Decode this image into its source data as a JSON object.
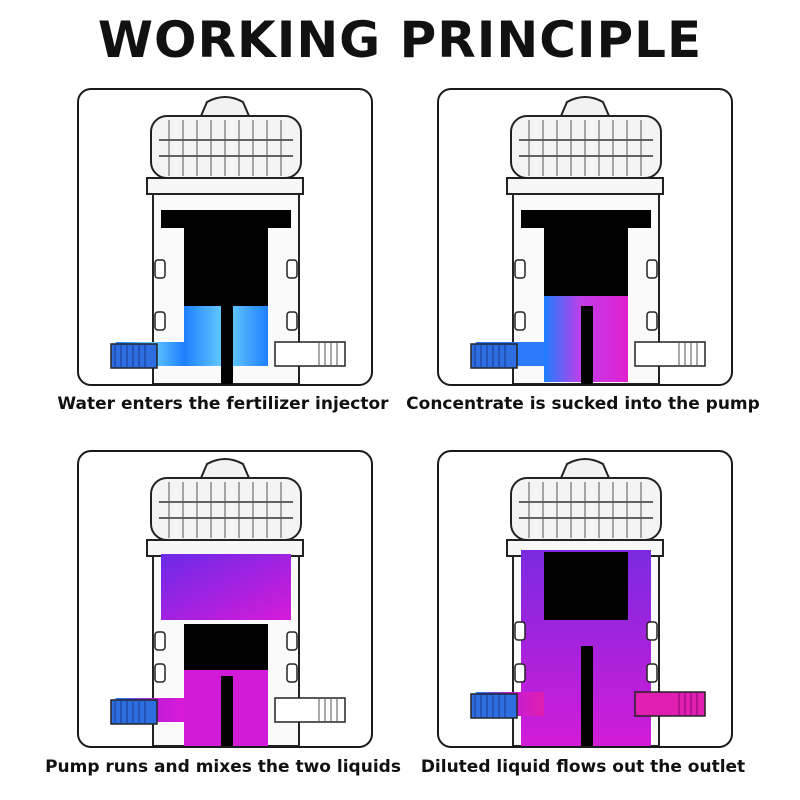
{
  "title": "WORKING PRINCIPLE",
  "colors": {
    "blue": "#1e90ff",
    "light_blue": "#62c8ff",
    "magenta": "#d81bd8",
    "purple": "#7a2ae0",
    "black": "#000000"
  },
  "panels": [
    {
      "caption": "Water enters the fertilizer injector"
    },
    {
      "caption": "Concentrate is sucked into the pump"
    },
    {
      "caption": "Pump runs and mixes the two liquids"
    },
    {
      "caption": "Diluted liquid flows out the outlet"
    }
  ]
}
